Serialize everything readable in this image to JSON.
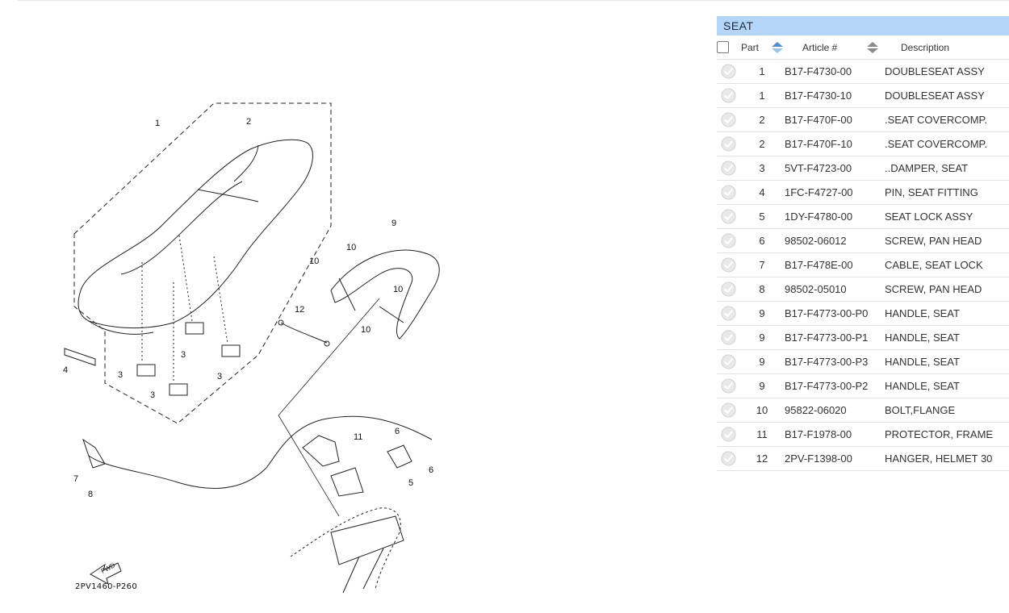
{
  "diagram": {
    "code": "2PV1460-P260",
    "callouts": [
      "1",
      "2",
      "3",
      "3",
      "3",
      "3",
      "4",
      "5",
      "6",
      "6",
      "7",
      "8",
      "9",
      "10",
      "10",
      "10",
      "10",
      "11",
      "12"
    ],
    "fwd_label": "FWD"
  },
  "panel": {
    "title": "SEAT",
    "columns": {
      "part": "Part",
      "article": "Article #",
      "description": "Description"
    },
    "rows": [
      {
        "part": "1",
        "article": "B17-F4730-00",
        "description": "DOUBLESEAT ASSY"
      },
      {
        "part": "1",
        "article": "B17-F4730-10",
        "description": "DOUBLESEAT ASSY"
      },
      {
        "part": "2",
        "article": "B17-F470F-00",
        "description": ".SEAT COVERCOMP."
      },
      {
        "part": "2",
        "article": "B17-F470F-10",
        "description": ".SEAT COVERCOMP."
      },
      {
        "part": "3",
        "article": "5VT-F4723-00",
        "description": "..DAMPER, SEAT"
      },
      {
        "part": "4",
        "article": "1FC-F4727-00",
        "description": "PIN, SEAT FITTING"
      },
      {
        "part": "5",
        "article": "1DY-F4780-00",
        "description": "SEAT LOCK ASSY"
      },
      {
        "part": "6",
        "article": "98502-06012",
        "description": "SCREW, PAN HEAD"
      },
      {
        "part": "7",
        "article": "B17-F478E-00",
        "description": "CABLE, SEAT LOCK"
      },
      {
        "part": "8",
        "article": "98502-05010",
        "description": "SCREW, PAN HEAD"
      },
      {
        "part": "9",
        "article": "B17-F4773-00-P0",
        "description": "HANDLE, SEAT"
      },
      {
        "part": "9",
        "article": "B17-F4773-00-P1",
        "description": "HANDLE, SEAT"
      },
      {
        "part": "9",
        "article": "B17-F4773-00-P3",
        "description": "HANDLE, SEAT"
      },
      {
        "part": "9",
        "article": "B17-F4773-00-P2",
        "description": "HANDLE, SEAT"
      },
      {
        "part": "10",
        "article": "95822-06020",
        "description": "BOLT,FLANGE"
      },
      {
        "part": "11",
        "article": "B17-F1978-00",
        "description": "PROTECTOR, FRAME"
      },
      {
        "part": "12",
        "article": "2PV-F1398-00",
        "description": "HANGER, HELMET 30"
      }
    ]
  },
  "colors": {
    "header_bg": "#b3d6f8",
    "sort_active": "#4a90d9",
    "sort_inactive": "#8c8c8c",
    "check_gray": "#c8c8c8"
  },
  "icons": {
    "row_check": "check-circle-icon",
    "sort_part": "sort-asc-icon",
    "sort_other": "sort-both-icon",
    "select_all": "checkbox-icon"
  }
}
